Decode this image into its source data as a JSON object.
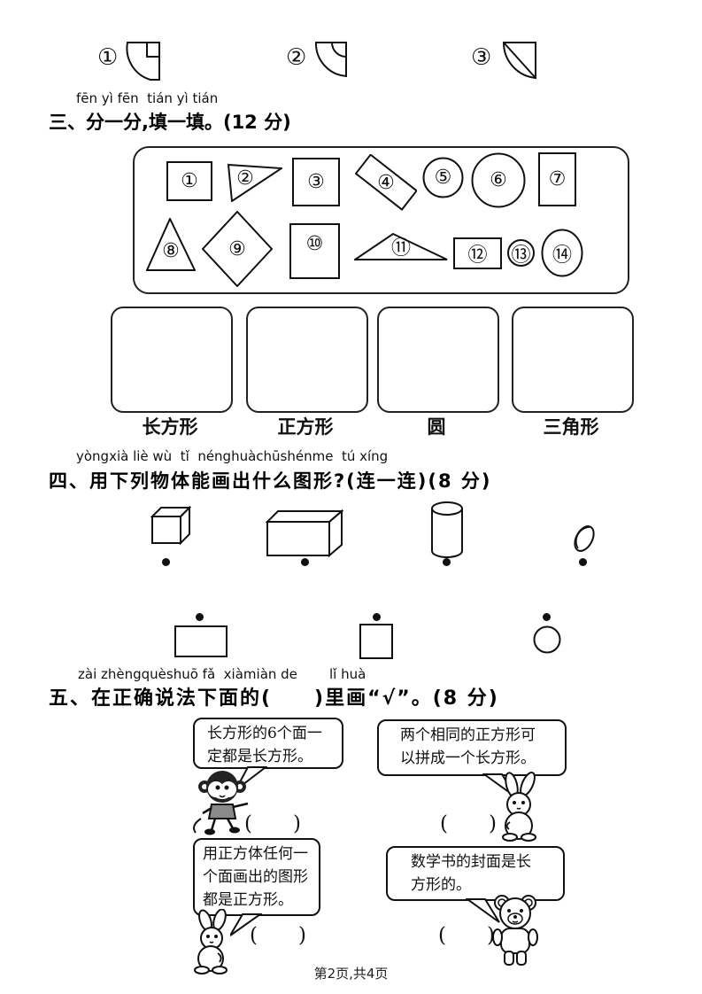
{
  "page": {
    "footer": "第2页,共4页"
  },
  "top_options": [
    {
      "number": "①",
      "shape": "quarter-fan-with-square-notch"
    },
    {
      "number": "②",
      "shape": "quarter-fan-with-inner-arc"
    },
    {
      "number": "③",
      "shape": "quarter-fan-with-chord"
    }
  ],
  "section_three": {
    "pinyin": "fēn yì fēn  tián yì tián",
    "title": "三、分一分,填一填。(12 分)",
    "shapes": [
      {
        "number": "①",
        "type": "rectangle"
      },
      {
        "number": "②",
        "type": "triangle"
      },
      {
        "number": "③",
        "type": "square"
      },
      {
        "number": "④",
        "type": "rotated-rectangle"
      },
      {
        "number": "⑤",
        "type": "circle"
      },
      {
        "number": "⑥",
        "type": "circle"
      },
      {
        "number": "⑦",
        "type": "rectangle"
      },
      {
        "number": "⑧",
        "type": "triangle"
      },
      {
        "number": "⑨",
        "type": "diamond"
      },
      {
        "number": "⑩",
        "type": "square"
      },
      {
        "number": "⑪",
        "type": "triangle"
      },
      {
        "number": "⑫",
        "type": "rectangle"
      },
      {
        "number": "⑬",
        "type": "circle"
      },
      {
        "number": "⑭",
        "type": "circle"
      }
    ],
    "categories": [
      {
        "label": "长方形"
      },
      {
        "label": "正方形"
      },
      {
        "label": "圆"
      },
      {
        "label": "三角形"
      }
    ]
  },
  "section_four": {
    "pinyin": "yòngxià liè wù  tǐ  nénghuàchūshénme  tú xíng",
    "title": "四、用下列物体能画出什么图形?(连一连)(8 分)",
    "objects": [
      {
        "name": "cube"
      },
      {
        "name": "cuboid"
      },
      {
        "name": "cylinder"
      },
      {
        "name": "egg"
      }
    ],
    "target_shapes": [
      {
        "name": "rectangle"
      },
      {
        "name": "square"
      },
      {
        "name": "circle"
      }
    ]
  },
  "section_five": {
    "pinyin_left": "zài zhèngquèshuō fǎ  xiàmiàn de",
    "pinyin_right": "lǐ huà",
    "title": "五、在正确说法下面的(　　)里画“√”。(8 分)",
    "statements": [
      {
        "speaker": "monkey",
        "text": "长方形的6个面一定都是长方形。",
        "blank": "(　　)"
      },
      {
        "speaker": "rabbit",
        "text": "两个相同的正方形可以拼成一个长方形。",
        "blank": "(　　)"
      },
      {
        "speaker": "rabbit",
        "text": "用正方体任何一个面画出的图形都是正方形。",
        "blank": "(　　)"
      },
      {
        "speaker": "bear",
        "text": "数学书的封面是长方形的。",
        "blank": "(　　)"
      }
    ]
  }
}
